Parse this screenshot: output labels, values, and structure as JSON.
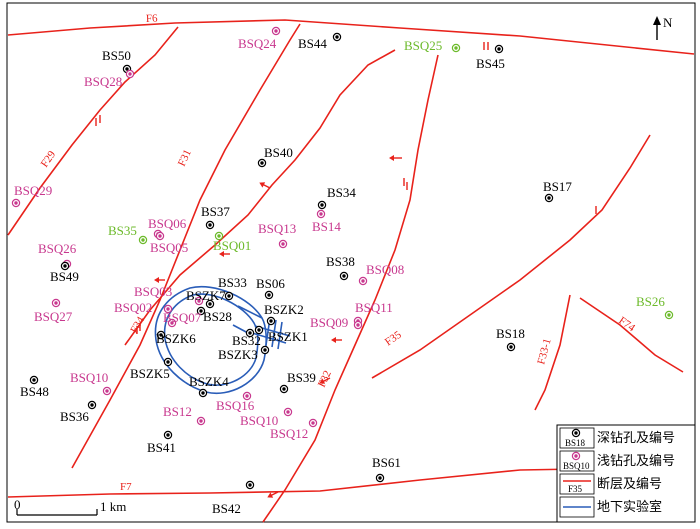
{
  "north_arrow": {
    "label": "N"
  },
  "scale_bar": {
    "zero": "0",
    "end": "1 km"
  },
  "colors": {
    "fault": "#e8221b",
    "deep": "#000000",
    "shallow": "#c8388e",
    "green": "#6cba2a",
    "lab": "#2a5db8"
  },
  "faults": [
    {
      "id": "F6",
      "label": "F6"
    },
    {
      "id": "F7",
      "label": "F7"
    },
    {
      "id": "F29",
      "label": "F29"
    },
    {
      "id": "F31",
      "label": "F31"
    },
    {
      "id": "F32",
      "label": "F32"
    },
    {
      "id": "F34",
      "label": "F34"
    },
    {
      "id": "F35",
      "label": "F35"
    },
    {
      "id": "F33-1",
      "label": "F33-1"
    },
    {
      "id": "F74",
      "label": "F74"
    }
  ],
  "boreholes": [
    {
      "id": "BS50",
      "label": "BS50",
      "kind": "deep"
    },
    {
      "id": "BSQ28",
      "label": "BSQ28",
      "kind": "shallow"
    },
    {
      "id": "BSQ24",
      "label": "BSQ24",
      "kind": "shallow"
    },
    {
      "id": "BS44",
      "label": "BS44",
      "kind": "deep"
    },
    {
      "id": "BSQ25",
      "label": "BSQ25",
      "kind": "green"
    },
    {
      "id": "BS45",
      "label": "BS45",
      "kind": "deep"
    },
    {
      "id": "BS40",
      "label": "BS40",
      "kind": "deep"
    },
    {
      "id": "BSQ29",
      "label": "BSQ29",
      "kind": "shallow"
    },
    {
      "id": "BS34",
      "label": "BS34",
      "kind": "deep"
    },
    {
      "id": "BS14",
      "label": "BS14",
      "kind": "shallow"
    },
    {
      "id": "BS17",
      "label": "BS17",
      "kind": "deep"
    },
    {
      "id": "BS37",
      "label": "BS37",
      "kind": "deep"
    },
    {
      "id": "BSQ06",
      "label": "BSQ06",
      "kind": "shallow"
    },
    {
      "id": "BS35",
      "label": "BS35",
      "kind": "green"
    },
    {
      "id": "BSQ05",
      "label": "BSQ05",
      "kind": "shallow"
    },
    {
      "id": "BSQ01",
      "label": "BSQ01",
      "kind": "green"
    },
    {
      "id": "BSQ13",
      "label": "BSQ13",
      "kind": "shallow"
    },
    {
      "id": "BSQ26",
      "label": "BSQ26",
      "kind": "shallow"
    },
    {
      "id": "BS49",
      "label": "BS49",
      "kind": "deep"
    },
    {
      "id": "BS38",
      "label": "BS38",
      "kind": "deep"
    },
    {
      "id": "BSQ08",
      "label": "BSQ08",
      "kind": "shallow"
    },
    {
      "id": "BS33",
      "label": "BS33",
      "kind": "deep"
    },
    {
      "id": "BS06",
      "label": "BS06",
      "kind": "deep"
    },
    {
      "id": "BSQ03",
      "label": "BSQ03",
      "kind": "shallow"
    },
    {
      "id": "BSZK7",
      "label": "BSZK7",
      "kind": "deep"
    },
    {
      "id": "BSQ02",
      "label": "BSQ02",
      "kind": "shallow"
    },
    {
      "id": "BS28",
      "label": "BS28",
      "kind": "deep"
    },
    {
      "id": "BSQ07",
      "label": "BSQ07",
      "kind": "shallow"
    },
    {
      "id": "BSQ27",
      "label": "BSQ27",
      "kind": "shallow"
    },
    {
      "id": "BSZK2",
      "label": "BSZK2",
      "kind": "deep"
    },
    {
      "id": "BSQ11",
      "label": "BSQ11",
      "kind": "shallow"
    },
    {
      "id": "BSQ09",
      "label": "BSQ09",
      "kind": "shallow"
    },
    {
      "id": "BSZK6",
      "label": "BSZK6",
      "kind": "deep"
    },
    {
      "id": "BS32",
      "label": "BS32",
      "kind": "deep"
    },
    {
      "id": "BSZK1",
      "label": "BSZK1",
      "kind": "deep"
    },
    {
      "id": "BSZK3",
      "label": "BSZK3",
      "kind": "deep"
    },
    {
      "id": "BS18",
      "label": "BS18",
      "kind": "deep"
    },
    {
      "id": "BS26",
      "label": "BS26",
      "kind": "green"
    },
    {
      "id": "BSZK5",
      "label": "BSZK5",
      "kind": "deep"
    },
    {
      "id": "BSQ10a",
      "label": "BSQ10",
      "kind": "shallow"
    },
    {
      "id": "BS48",
      "label": "BS48",
      "kind": "deep"
    },
    {
      "id": "BSZK4",
      "label": "BSZK4",
      "kind": "deep"
    },
    {
      "id": "BS39",
      "label": "BS39",
      "kind": "deep"
    },
    {
      "id": "BS36",
      "label": "BS36",
      "kind": "deep"
    },
    {
      "id": "BS12",
      "label": "BS12",
      "kind": "shallow"
    },
    {
      "id": "BSQ16",
      "label": "BSQ16",
      "kind": "shallow"
    },
    {
      "id": "BSQ10b",
      "label": "BSQ10",
      "kind": "shallow"
    },
    {
      "id": "BSQ12",
      "label": "BSQ12",
      "kind": "shallow"
    },
    {
      "id": "BS41",
      "label": "BS41",
      "kind": "deep"
    },
    {
      "id": "BS61",
      "label": "BS61",
      "kind": "deep"
    },
    {
      "id": "BS42",
      "label": "BS42",
      "kind": "deep"
    }
  ],
  "legend": {
    "deep": {
      "label": "深钻孔及编号",
      "sample": "BS18"
    },
    "shallow": {
      "label": "浅钻孔及编号",
      "sample": "BSQ10"
    },
    "fault": {
      "label": "断层及编号",
      "sample": "F35"
    },
    "lab": {
      "label": "地下实验室"
    }
  }
}
